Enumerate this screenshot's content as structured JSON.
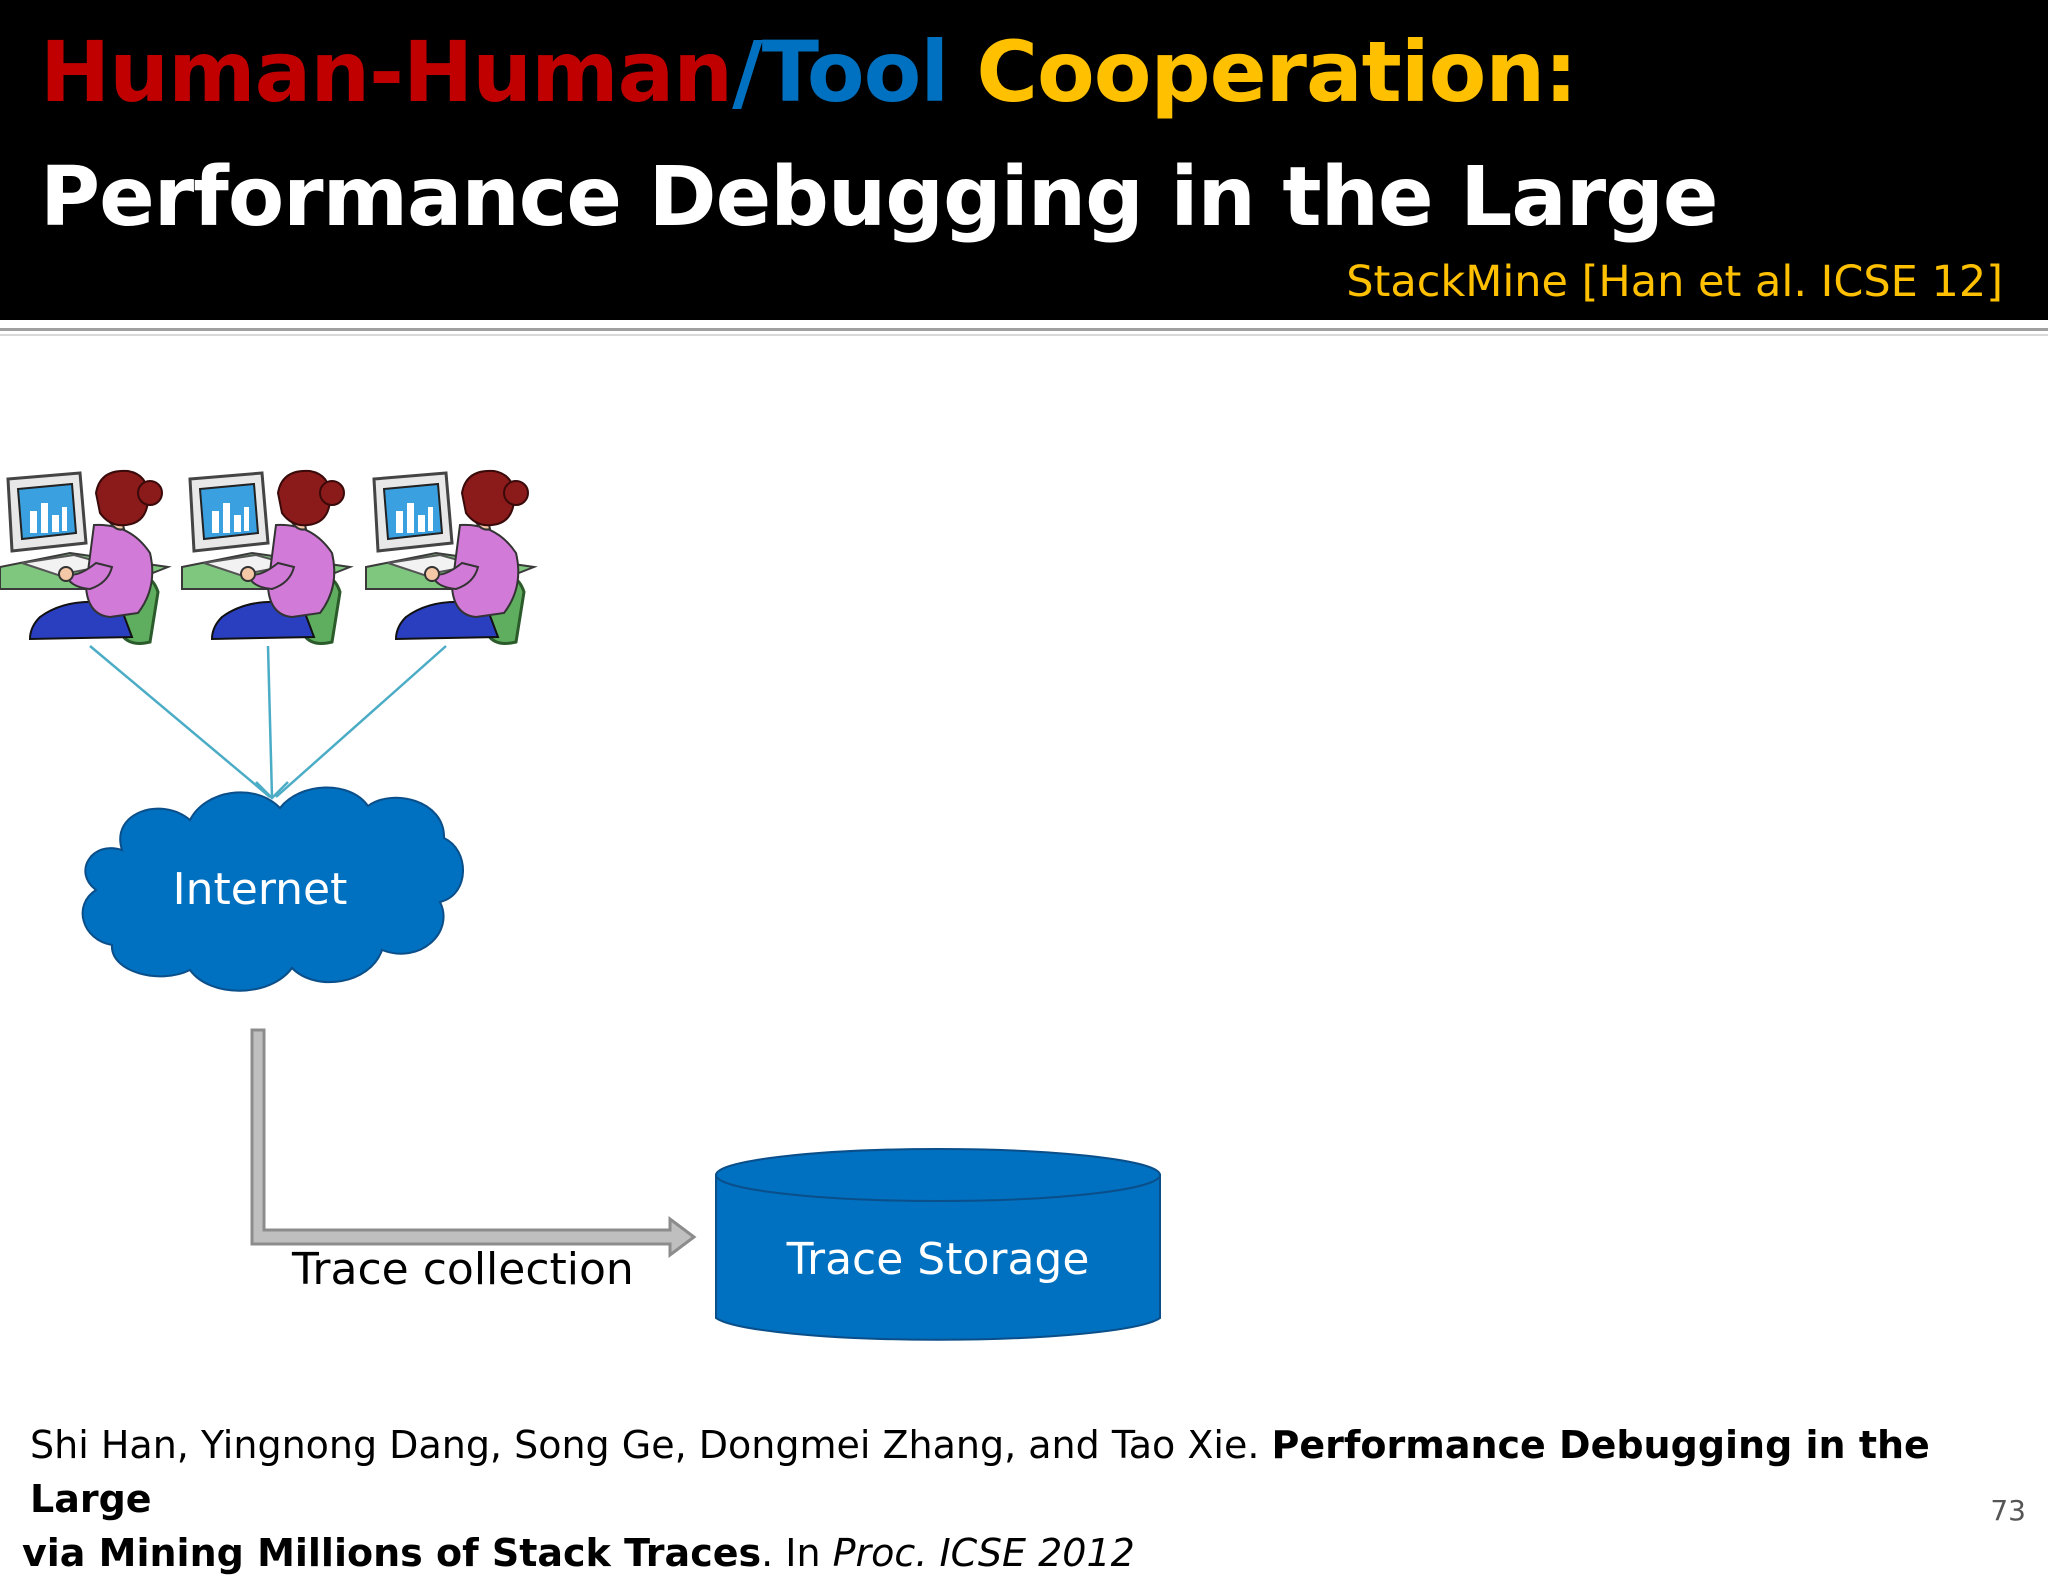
{
  "title": {
    "part_human_human": "Human-Human",
    "part_slash": "/",
    "part_tool": "Tool",
    "part_cooperation": " Cooperation:",
    "line2": "Performance Debugging in the Large",
    "citation_tag": "StackMine [Han et al. ICSE 12]"
  },
  "colors": {
    "title_background": "#000000",
    "human_human": "#c00000",
    "tool": "#0070c0",
    "cooperation": "#ffc000",
    "shape_fill": "#0070c0",
    "connector": "#4bacc6",
    "elbow_arrow": "#a6a6a6"
  },
  "diagram": {
    "users": [
      {
        "icon": "user-at-computer-icon"
      },
      {
        "icon": "user-at-computer-icon"
      },
      {
        "icon": "user-at-computer-icon"
      }
    ],
    "cloud_label": "Internet",
    "storage_label": "Trace Storage",
    "arrow_label": "Trace collection"
  },
  "reference": {
    "authors": "Shi Han, Yingnong Dang, Song Ge, Dongmei Zhang, and Tao Xie. ",
    "title_part1": "Performance Debugging in the Large",
    "title_part2": "via Mining Millions of Stack Traces",
    "sep": ". In ",
    "venue": "Proc. ICSE 2012"
  },
  "page_number": "73"
}
